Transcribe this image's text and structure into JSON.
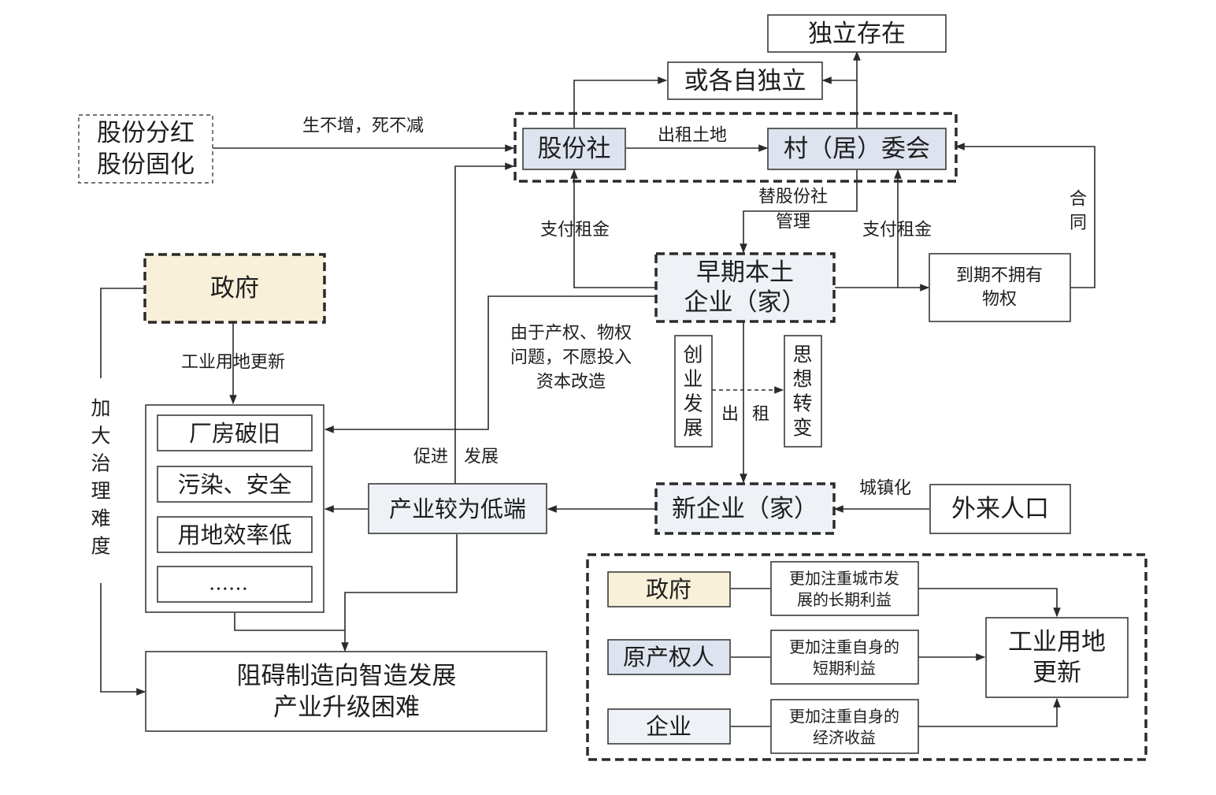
{
  "nodes": {
    "independent_existence": "独立存在",
    "each_independent": "或各自独立",
    "dividend_line1": "股份分红",
    "dividend_line2": "股份固化",
    "share_coop": "股份社",
    "village_committee": "村（居）委会",
    "early_enterprise_line1": "早期本土",
    "early_enterprise_line2": "企业（家）",
    "no_property_line1": "到期不拥有",
    "no_property_line2": "物权",
    "government": "政府",
    "startup_dev": [
      "创",
      "业",
      "发",
      "展"
    ],
    "mindset_change": [
      "思",
      "想",
      "转",
      "变"
    ],
    "new_enterprise": "新企业（家）",
    "migrant_population": "外来人口",
    "low_end_industry": "产业较为低端",
    "problems": [
      "厂房破旧",
      "污染、安全",
      "用地效率低",
      "……"
    ],
    "obstacle_line1": "阻碍制造向智造发展",
    "obstacle_line2": "产业升级困难"
  },
  "labels": {
    "no_change": "生不增，死不减",
    "lease_land": "出租土地",
    "manage_line1": "替股份社",
    "manage_line2": "管理",
    "pay_rent_left": "支付租金",
    "pay_rent_right": "支付租金",
    "contract": [
      "合",
      "同"
    ],
    "industrial_update": "工业用地更新",
    "no_invest_line1": "由于产权、物权",
    "no_invest_line2": "问题，不愿投入",
    "no_invest_line3": "资本改造",
    "promote": "促进",
    "develop": "发展",
    "lease_chars": [
      "出",
      "租"
    ],
    "urbanization": "城镇化",
    "governance_difficulty": [
      "加",
      "大",
      "治",
      "理",
      "难",
      "度"
    ]
  },
  "legend": {
    "government": "政府",
    "government_note_line1": "更加注重城市发",
    "government_note_line2": "展的长期利益",
    "original_owner": "原产权人",
    "owner_note_line1": "更加注重自身的",
    "owner_note_line2": "短期利益",
    "enterprise": "企业",
    "enterprise_note_line1": "更加注重自身的",
    "enterprise_note_line2": "经济收益",
    "target_line1": "工业用地",
    "target_line2": "更新"
  }
}
